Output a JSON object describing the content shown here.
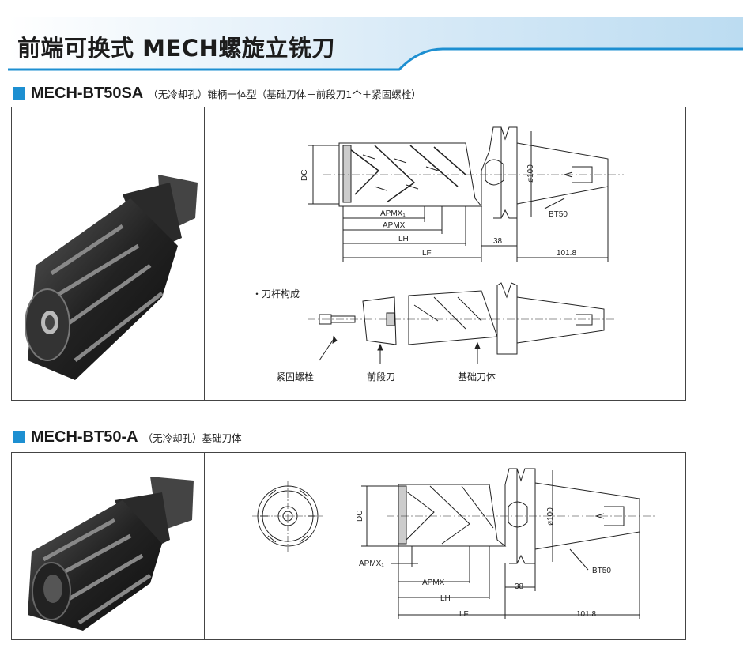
{
  "header": {
    "title": "前端可换式 MECH螺旋立铣刀",
    "accent_color": "#1d8fd1"
  },
  "sections": [
    {
      "model": "MECH-BT50SA",
      "subtitle": "（无冷却孔）锥柄一体型（基础刀体＋前段刀1个＋紧固螺栓）",
      "dims": {
        "dc": "DC",
        "apmx1": "APMX₁",
        "apmx": "APMX",
        "lh": "LH",
        "lf": "LF",
        "flange": "38",
        "shank": "101.8",
        "dia": "ø100",
        "taper": "BT50"
      },
      "assembly": {
        "heading": "・刀杆构成",
        "bolt": "紧固螺栓",
        "front": "前段刀",
        "body": "基础刀体"
      }
    },
    {
      "model": "MECH-BT50-A",
      "subtitle": "（无冷却孔）基础刀体",
      "dims": {
        "dc": "DC",
        "apmx1": "APMX₁",
        "apmx": "APMX",
        "lh": "LH",
        "lf": "LF",
        "flange": "38",
        "shank": "101.8",
        "dia": "ø100",
        "taper": "BT50"
      }
    }
  ]
}
